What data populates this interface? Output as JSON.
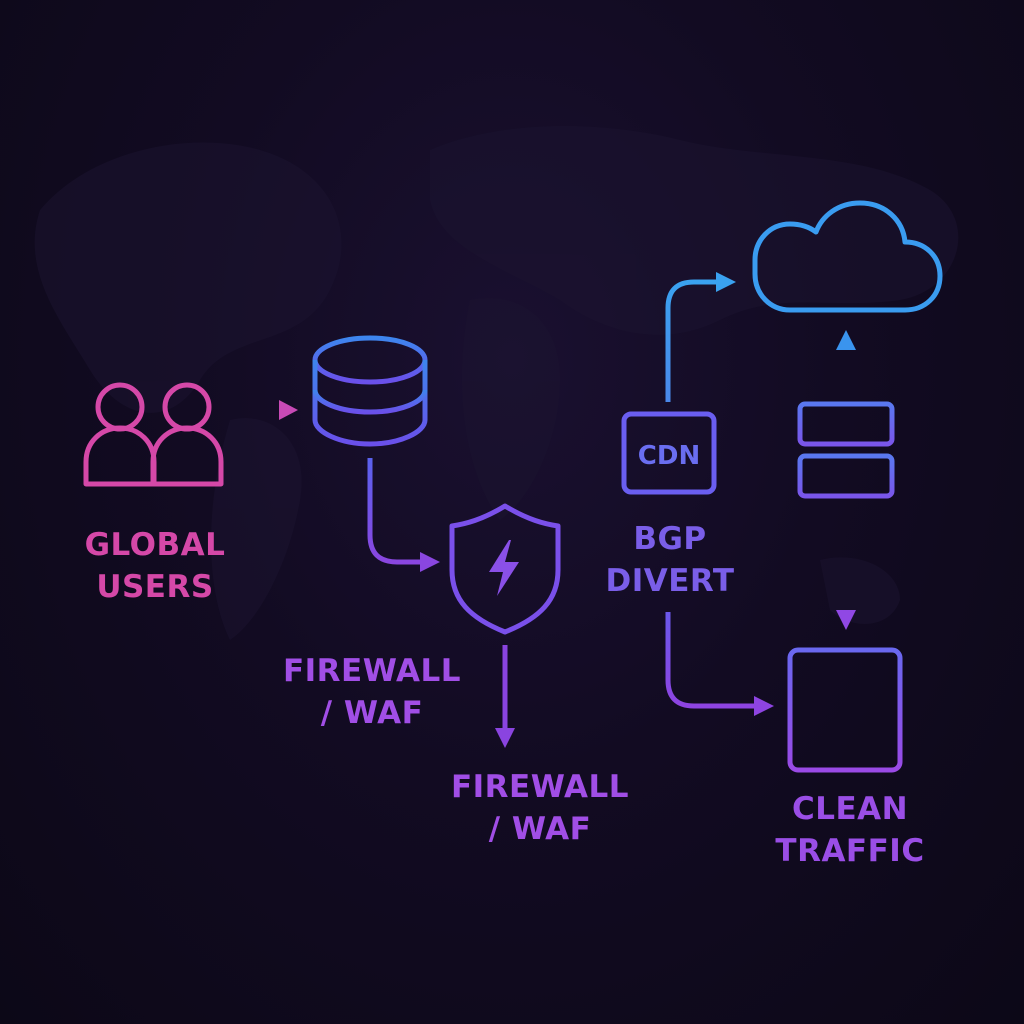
{
  "nodes": {
    "users": {
      "label_line1": "GLOBAL",
      "label_line2": "USERS"
    },
    "database": {},
    "firewall": {
      "label_line1": "FIREWALL",
      "label_line2": "/ WAF"
    },
    "firewall_duplicate_label": {
      "label_line1": "FIREWALL",
      "label_line2": "/ WAF"
    },
    "cdn": {
      "badge_text": "CDN",
      "label_line1": "BGP",
      "label_line2": "DIVERT"
    },
    "cloud": {},
    "server_small": {},
    "clean_traffic": {
      "label_line1": "CLEAN",
      "label_line2": "TRAFFIC"
    }
  },
  "colors": {
    "background": "#120b22",
    "users": "#d548a8",
    "database": "#5a6cf0",
    "firewall": "#8a4ee8",
    "cdn": "#6a5ef0",
    "cloud": "#4a9ef0",
    "clean_traffic": "#8e52ec"
  },
  "icons": [
    "users-icon",
    "database-icon",
    "shield-lightning-icon",
    "cdn-icon",
    "cloud-icon",
    "server-icon"
  ]
}
